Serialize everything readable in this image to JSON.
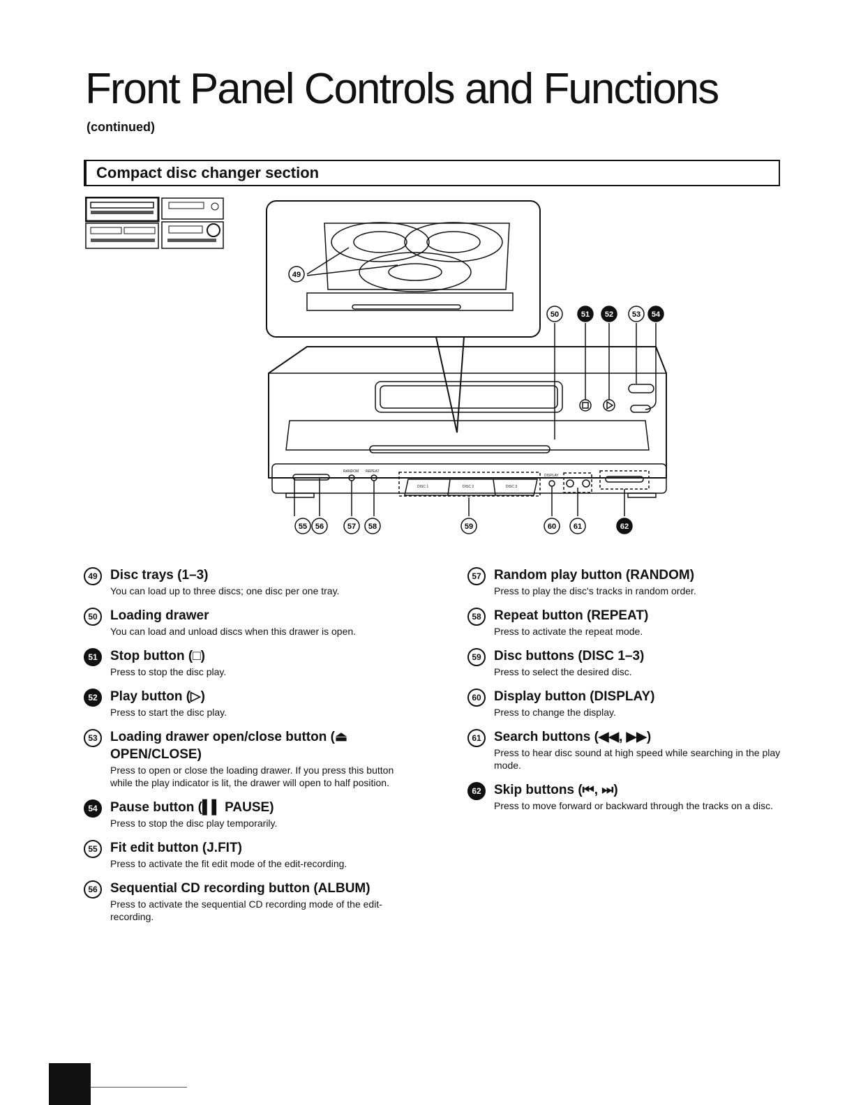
{
  "page": {
    "title": "Front Panel Controls and Functions",
    "subtitle": "(continued)",
    "section_title": "Compact disc changer section"
  },
  "diagram": {
    "callouts": [
      "49",
      "50",
      "51",
      "52",
      "53",
      "54",
      "55",
      "56",
      "57",
      "58",
      "59",
      "60",
      "61",
      "62"
    ],
    "panel_labels": {
      "random": "RANDOM",
      "repeat": "REPEAT",
      "disc1": "DISC 1",
      "disc2": "DISC 2",
      "disc3": "DISC 3",
      "display": "DISPLAY"
    }
  },
  "items_left": [
    {
      "num": "49",
      "style": "outline",
      "title": "Disc trays (1–3)",
      "desc": "You can load up to three discs; one disc per one tray."
    },
    {
      "num": "50",
      "style": "outline",
      "title": "Loading drawer",
      "desc": "You can load and unload discs when this drawer is open."
    },
    {
      "num": "51",
      "style": "filled",
      "title": "Stop button (□)",
      "desc": "Press to stop the disc play."
    },
    {
      "num": "52",
      "style": "filled",
      "title": "Play button (▷)",
      "desc": "Press to start the disc play."
    },
    {
      "num": "53",
      "style": "outline",
      "title": "Loading drawer open/close button (⏏ OPEN/CLOSE)",
      "desc": "Press to open or close the loading drawer. If you press this button while the play indicator is lit, the drawer will open to half position."
    },
    {
      "num": "54",
      "style": "filled",
      "title": "Pause button (▌▌ PAUSE)",
      "desc": "Press to stop the disc play temporarily."
    },
    {
      "num": "55",
      "style": "outline",
      "title": "Fit edit button (J.FIT)",
      "desc": "Press to activate the fit edit mode of the edit-recording."
    },
    {
      "num": "56",
      "style": "outline",
      "title": "Sequential CD recording button (ALBUM)",
      "desc": "Press to activate the sequential CD recording mode of the edit-recording."
    }
  ],
  "items_right": [
    {
      "num": "57",
      "style": "outline",
      "title": "Random play button (RANDOM)",
      "desc": "Press to play the disc's tracks in random order."
    },
    {
      "num": "58",
      "style": "outline",
      "title": "Repeat button (REPEAT)",
      "desc": "Press to activate the repeat mode."
    },
    {
      "num": "59",
      "style": "outline",
      "title": "Disc buttons (DISC 1–3)",
      "desc": "Press to select the desired disc."
    },
    {
      "num": "60",
      "style": "outline",
      "title": "Display button (DISPLAY)",
      "desc": "Press to change the display."
    },
    {
      "num": "61",
      "style": "outline",
      "title": "Search buttons (◀◀, ▶▶)",
      "desc": "Press to hear disc sound at high speed while searching in the play mode."
    },
    {
      "num": "62",
      "style": "filled",
      "title": "Skip buttons (⏮, ⏭)",
      "desc": "Press to move forward or backward through the tracks on a disc."
    }
  ]
}
